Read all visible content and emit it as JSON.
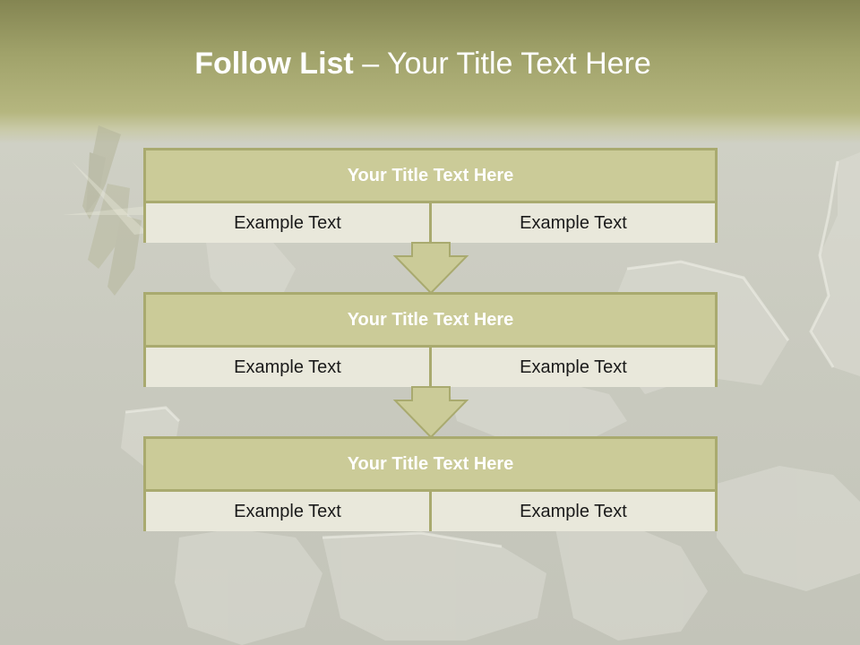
{
  "slide": {
    "title_strong": "Follow List",
    "title_rest": "– Your Title Text Here"
  },
  "blocks": [
    {
      "title": "Your Title Text Here",
      "cells": [
        "Example Text",
        "Example Text"
      ]
    },
    {
      "title": "Your Title Text Here",
      "cells": [
        "Example Text",
        "Example Text"
      ]
    },
    {
      "title": "Your Title Text Here",
      "cells": [
        "Example Text",
        "Example Text"
      ]
    }
  ],
  "colors": {
    "header_band": "#a0a26a",
    "block_border": "#a9aa6f",
    "block_title_fill": "#cbcb98",
    "cell_fill": "#e9e8db",
    "arrow_fill": "#cbcb98"
  }
}
